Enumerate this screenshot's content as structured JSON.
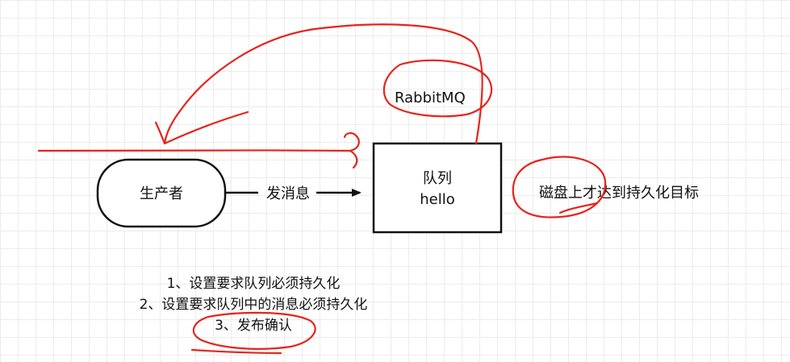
{
  "diagram": {
    "producer": {
      "label": "生产者"
    },
    "message_edge": {
      "label": "发消息"
    },
    "queue": {
      "line1": "队列",
      "line2": "hello"
    },
    "broker": {
      "label": "RabbitMQ"
    },
    "disk_note": {
      "label": "磁盘上才达到持久化目标"
    },
    "notes": [
      "1、设置要求队列必须持久化",
      "2、设置要求队列中的消息必须持久化",
      "3、发布确认"
    ],
    "colors": {
      "annotation": "#e8221b",
      "line": "#111111",
      "grid": "#ececec"
    }
  }
}
